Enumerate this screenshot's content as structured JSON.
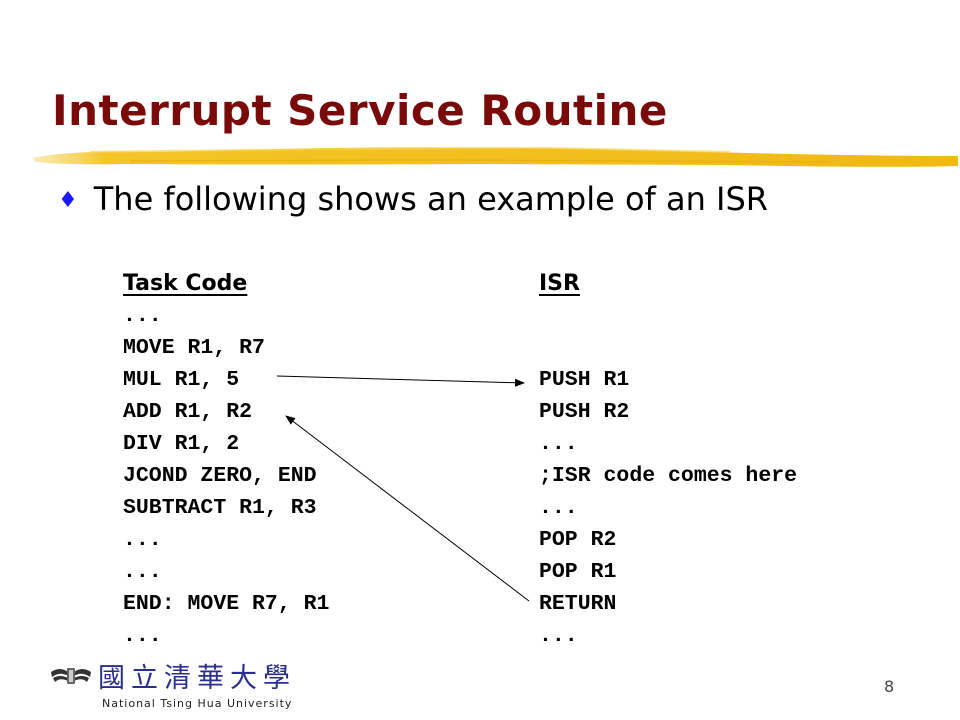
{
  "slide": {
    "title": "Interrupt Service Routine",
    "bullet": {
      "icon": "diamond-bullet",
      "text": "The following shows an example of an ISR"
    },
    "task_code": {
      "header": "Task Code",
      "lines": [
        "...",
        "MOVE R1, R7",
        "MUL R1, 5",
        "ADD R1, R2",
        "DIV R1, 2",
        "JCOND ZERO, END",
        "SUBTRACT R1, R3",
        "...",
        "...",
        "END: MOVE R7, R1",
        "..."
      ]
    },
    "isr": {
      "header": "ISR",
      "lines": [
        "",
        "",
        "PUSH R1",
        "PUSH R2",
        "...",
        ";ISR code comes here",
        "...",
        "POP R2",
        "POP R1",
        "RETURN",
        "..."
      ]
    },
    "arrows": [
      {
        "from": "MUL R1, 5",
        "to": "PUSH R1",
        "meaning": "interrupt-entry"
      },
      {
        "from": "RETURN",
        "to": "ADD R1, R2",
        "meaning": "return-from-interrupt"
      }
    ],
    "footer": {
      "logo_cn": "國立清華大學",
      "logo_en": "National Tsing Hua University",
      "page_number": "8"
    },
    "colors": {
      "title": "#7a0a0a",
      "bullet": "#1a1aff",
      "brush": "#f2c21b",
      "logo": "#2a2e8c"
    }
  }
}
